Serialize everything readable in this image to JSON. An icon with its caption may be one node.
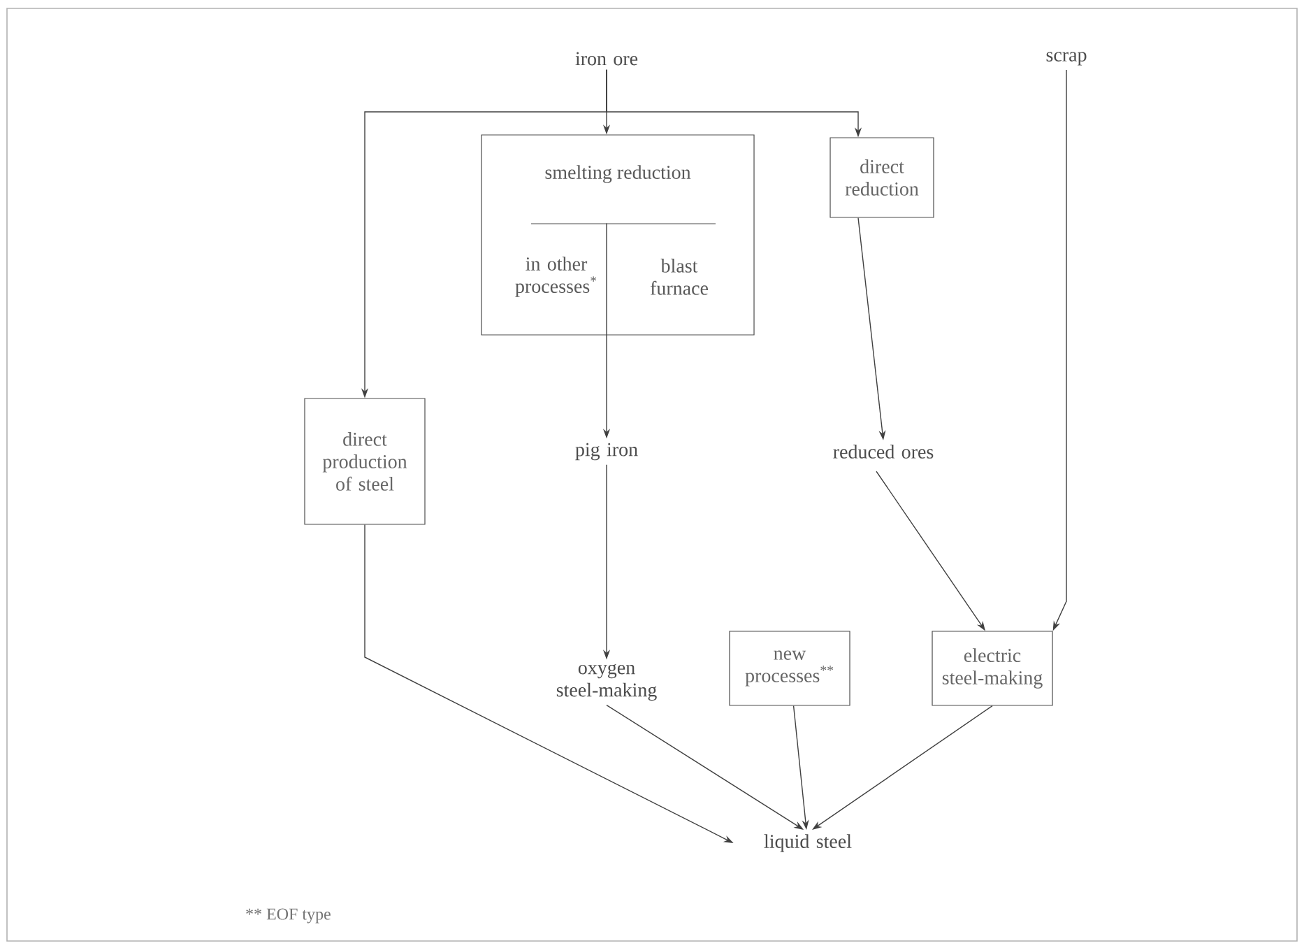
{
  "diagram": {
    "nodes": [
      {
        "text": [
          "iron ore"
        ]
      },
      {
        "text": [
          "scrap"
        ]
      },
      {
        "text": [
          "smelting reduction",
          "in other processes$^{*}$",
          "blast furnace"
        ]
      },
      {
        "text": [
          "direct reduction"
        ]
      },
      {
        "text": [
          "direct production of steel"
        ]
      },
      {
        "text": [
          "pig iron"
        ]
      },
      {
        "text": [
          "reduced ores"
        ]
      },
      {
        "text": [
          "oxygen steel-making"
        ]
      },
      {
        "text": [
          "new processes$^{**}$"
        ]
      },
      {
        "text": [
          "electric steel-making"
        ]
      },
      {
        "text": [
          "liquid steel"
        ]
      }
    ],
    "edges": [
      {
        "from": 0,
        "to": 4,
        "arrow": "to"
      },
      {
        "from": 0,
        "to": 2,
        "arrow": "to"
      },
      {
        "from": 0,
        "to": 3,
        "arrow": "to"
      },
      {
        "from": 1,
        "to": 9,
        "arrow": "to"
      },
      {
        "from": 2,
        "to": 5,
        "arrow": "to"
      },
      {
        "from": 3,
        "to": 6,
        "arrow": "to"
      },
      {
        "from": 6,
        "to": 9,
        "arrow": "to"
      },
      {
        "from": 5,
        "to": 7,
        "arrow": "to"
      },
      {
        "from": 4,
        "to": 10,
        "arrow": "to"
      },
      {
        "from": 7,
        "to": 10,
        "arrow": "to"
      },
      {
        "from": 8,
        "to": 10,
        "arrow": "to"
      },
      {
        "from": 9,
        "to": 10,
        "arrow": "to"
      }
    ],
    "labels": [
      "** EOF type"
    ]
  }
}
